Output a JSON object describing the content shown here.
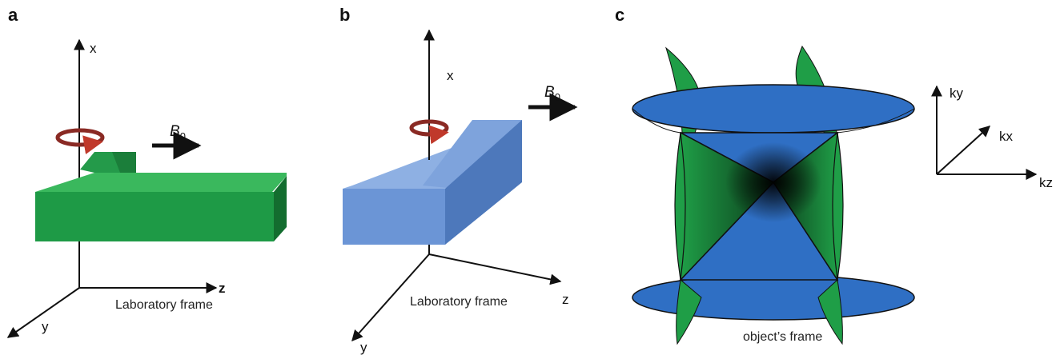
{
  "panels": {
    "a": {
      "letter": "a",
      "axis_x": "x",
      "axis_y": "y",
      "axis_z": "z",
      "field_label": "B",
      "field_subscript": "0",
      "caption": "Laboratory frame",
      "object_color": "#1e9a46"
    },
    "b": {
      "letter": "b",
      "axis_x": "x",
      "axis_y": "y",
      "axis_z": "z",
      "field_label": "B",
      "field_subscript": "0",
      "caption": "Laboratory frame",
      "object_color": "#6b95d6"
    },
    "c": {
      "letter": "c",
      "axis_kx": "kx",
      "axis_ky": "ky",
      "axis_kz": "kz",
      "caption": "object’s frame",
      "cone_color_green": "#1f9e47",
      "cone_color_blue": "#2f6fc4"
    }
  },
  "colors": {
    "rotation_arrow": "#8a2a24",
    "axis": "#111111"
  }
}
